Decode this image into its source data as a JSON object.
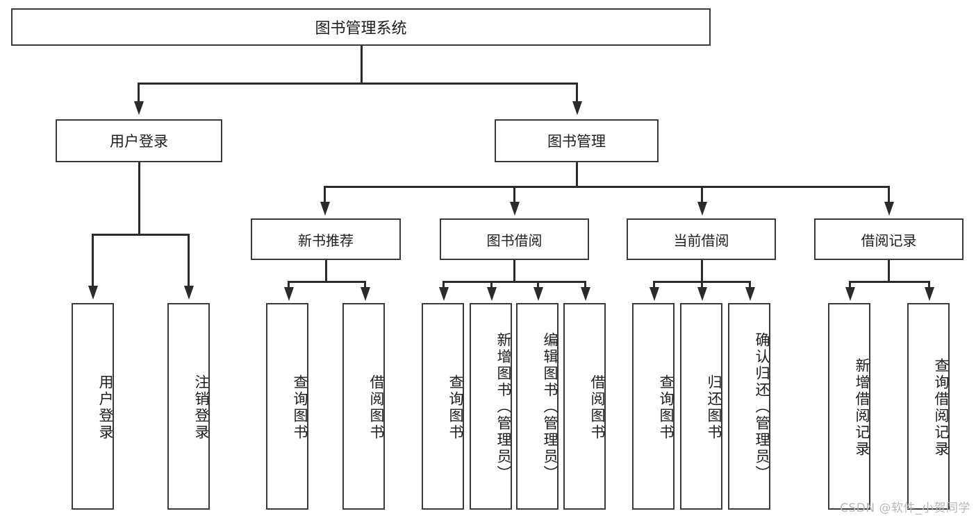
{
  "diagram": {
    "title": "图书管理系统",
    "root": {
      "label": "图书管理系统"
    },
    "level1": [
      {
        "label": "用户登录"
      },
      {
        "label": "图书管理"
      }
    ],
    "level2": [
      {
        "label": "新书推荐"
      },
      {
        "label": "图书借阅"
      },
      {
        "label": "当前借阅"
      },
      {
        "label": "借阅记录"
      }
    ],
    "leaves": {
      "user_login": [
        {
          "label": "用户登录"
        },
        {
          "label": "注销登录"
        }
      ],
      "new_book_recommend": [
        {
          "label": "查询图书"
        },
        {
          "label": "借阅图书"
        }
      ],
      "book_borrow": [
        {
          "label": "查询图书"
        },
        {
          "label": "新增图书（管理员）"
        },
        {
          "label": "编辑图书（管理员）"
        },
        {
          "label": "借阅图书"
        }
      ],
      "current_borrow": [
        {
          "label": "查询图书"
        },
        {
          "label": "归还图书"
        },
        {
          "label": "确认归还（管理员）"
        }
      ],
      "borrow_record": [
        {
          "label": "新增借阅记录"
        },
        {
          "label": "查询借阅记录"
        }
      ]
    }
  },
  "watermark": {
    "text": "CSDN @软件_小贺同学"
  },
  "colors": {
    "box_border": "#3a3a3a",
    "line": "#2b2b2b",
    "text": "#1d1d1d",
    "watermark": "#b9b9b9",
    "background": "#ffffff"
  }
}
